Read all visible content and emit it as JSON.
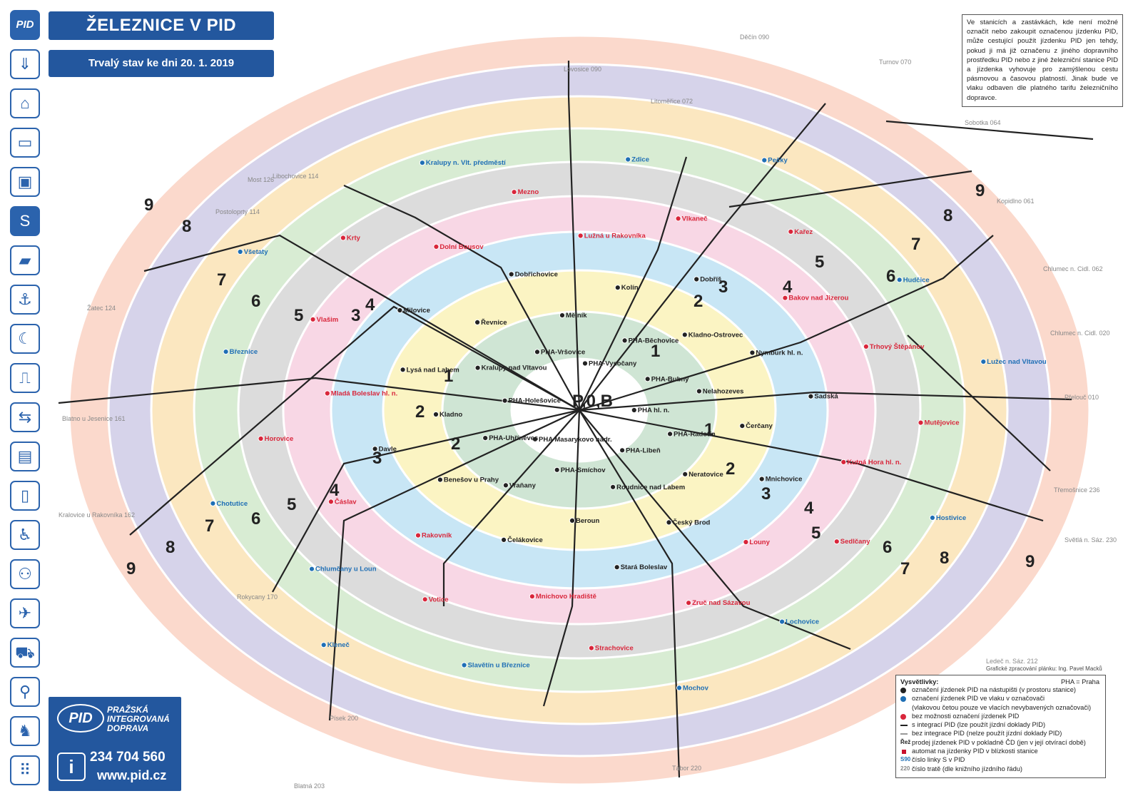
{
  "title": "ŽELEZNICE V PID",
  "date": "Trvalý stav ke dni 20. 1. 2019",
  "side_icons": [
    {
      "name": "pid-logo-icon",
      "glyph": "PID"
    },
    {
      "name": "metro-icon",
      "glyph": "⇓"
    },
    {
      "name": "tram-icon",
      "glyph": "⌂"
    },
    {
      "name": "bus-icon",
      "glyph": "▭"
    },
    {
      "name": "trolleybus-icon",
      "glyph": "▣"
    },
    {
      "name": "train-s-icon",
      "glyph": "S"
    },
    {
      "name": "cable-car-icon",
      "glyph": "▰"
    },
    {
      "name": "ferry-icon",
      "glyph": "⚓"
    },
    {
      "name": "night-icon",
      "glyph": "☾"
    },
    {
      "name": "regional-icon",
      "glyph": "⎍"
    },
    {
      "name": "p-r-icon",
      "glyph": "⇆"
    },
    {
      "name": "ticket-icon",
      "glyph": "▤"
    },
    {
      "name": "mobile-ticket-icon",
      "glyph": "▯"
    },
    {
      "name": "wheelchair-icon",
      "glyph": "♿"
    },
    {
      "name": "family-icon",
      "glyph": "⚇"
    },
    {
      "name": "airport-icon",
      "glyph": "✈"
    },
    {
      "name": "stroller-icon",
      "glyph": "⛟"
    },
    {
      "name": "bicycle-icon",
      "glyph": "⚲"
    },
    {
      "name": "dog-icon",
      "glyph": "♞"
    },
    {
      "name": "footprints-icon",
      "glyph": "⠿"
    }
  ],
  "note": "Ve stanicích a zastávkách, kde není možné označit nebo zakoupit označenou jízdenku PID, může cestující použít jízdenku PID jen tehdy, pokud ji má již označenu z jiného dopravního prostředku PID nebo z jiné železniční stanice PID a jízdenka vyhovuje pro zamýšlenou cestu pásmovou a časovou platností. Jinak bude ve vlaku odbaven dle platného tarifu železničního dopravce.",
  "credit": "Grafické zpracování plánku: Ing. Pavel Macků",
  "legend": {
    "title": "Vysvětlivky:",
    "pha": "PHA = Praha",
    "items": [
      {
        "sym": "dot",
        "color": "#222222",
        "text": "označení jízdenek PID na nástupišti (v prostoru stanice)"
      },
      {
        "sym": "dot",
        "color": "#1f6fb5",
        "text": "označení jízdenek PID ve vlaku v označovači"
      },
      {
        "sym": "none",
        "color": "#ffffff",
        "text": "(vlakovou četou pouze ve vlacích nevybavených označovači)"
      },
      {
        "sym": "dot",
        "color": "#d9263b",
        "text": "bez možnosti označení jízdenek PID"
      },
      {
        "sym": "line",
        "color": "#222222",
        "text": "s integrací PID (lze použít jízdní doklady PID)"
      },
      {
        "sym": "line",
        "color": "#999999",
        "text": "bez integrace PID (nelze použít jízdní doklady PID)"
      },
      {
        "sym": "txt",
        "color": "#222222",
        "glyph": "Řež",
        "text": "prodej jízdenek PID v pokladně ČD (jen v její otvírací době)"
      },
      {
        "sym": "sq",
        "color": "#c8102e",
        "text": "automat na jízdenky PID v blízkosti stanice"
      },
      {
        "sym": "txt",
        "color": "#1f6fb5",
        "glyph": "S90",
        "text": "číslo linky S v PID"
      },
      {
        "sym": "txt",
        "color": "#888888",
        "glyph": "220",
        "text": "číslo tratě (dle knižního jízdního řádu)"
      }
    ]
  },
  "pid_box": {
    "logo": "PID",
    "name_lines": [
      "PRAŽSKÁ",
      "INTEGROVANÁ",
      "DOPRAVA"
    ],
    "info_glyph": "i",
    "phone": "234 704 560",
    "web": "www.pid.cz"
  },
  "colors": {
    "brand_blue": "#23579e",
    "zone_P0B": "#ffffff",
    "zone1": "#cfe5d4",
    "zone2": "#fbf4c3",
    "zone3": "#c8e6f5",
    "zone4": "#f8d7e5",
    "zone5": "#dcdcdc",
    "zone6": "#d8ecd3",
    "zone7": "#fbe7c0",
    "zone8": "#d6d3ea",
    "zone9": "#fbd9cc",
    "st_black": "#222222",
    "st_blue": "#1f6fb5",
    "st_red": "#d9263b"
  },
  "zone_labels": [
    {
      "text": "P,0,B"
    },
    {
      "text": "1"
    },
    {
      "text": "1"
    },
    {
      "text": "1"
    },
    {
      "text": "2"
    },
    {
      "text": "2"
    },
    {
      "text": "2"
    },
    {
      "text": "2"
    },
    {
      "text": "3"
    },
    {
      "text": "3"
    },
    {
      "text": "3"
    },
    {
      "text": "3"
    },
    {
      "text": "4"
    },
    {
      "text": "4"
    },
    {
      "text": "4"
    },
    {
      "text": "4"
    },
    {
      "text": "5"
    },
    {
      "text": "5"
    },
    {
      "text": "5"
    },
    {
      "text": "5"
    },
    {
      "text": "6"
    },
    {
      "text": "6"
    },
    {
      "text": "6"
    },
    {
      "text": "6"
    },
    {
      "text": "7"
    },
    {
      "text": "7"
    },
    {
      "text": "7"
    },
    {
      "text": "7"
    },
    {
      "text": "8"
    },
    {
      "text": "8"
    },
    {
      "text": "8"
    },
    {
      "text": "8"
    },
    {
      "text": "9"
    },
    {
      "text": "9"
    },
    {
      "text": "9"
    },
    {
      "text": "9"
    }
  ],
  "directions": [
    {
      "text": "Děčín 090"
    },
    {
      "text": "Lovosice 090"
    },
    {
      "text": "Litoměřice 072"
    },
    {
      "text": "Most 126"
    },
    {
      "text": "Libochovice 114"
    },
    {
      "text": "Postoloprty 114"
    },
    {
      "text": "Turnov 070"
    },
    {
      "text": "Sobotka 064"
    },
    {
      "text": "Kopidlno 061"
    },
    {
      "text": "Chlumec n. Cidl. 062"
    },
    {
      "text": "Chlumec n. Cidl. 020"
    },
    {
      "text": "Přelouč 010"
    },
    {
      "text": "Třemošnice 236"
    },
    {
      "text": "Světlá n. Sáz. 230"
    },
    {
      "text": "Ledeč n. Sáz. 212"
    },
    {
      "text": "Tábor 220"
    },
    {
      "text": "Blatná 203"
    },
    {
      "text": "Písek 200"
    },
    {
      "text": "Rokycany 170"
    },
    {
      "text": "Kralovice u Rakovníka 162"
    },
    {
      "text": "Blatno u Jesenice 161"
    },
    {
      "text": "Žatec 124"
    }
  ],
  "stations": [
    {
      "name": "PHA hl. n.",
      "color": "#222222"
    },
    {
      "name": "PHA Masarykovo nádr.",
      "color": "#222222"
    },
    {
      "name": "PHA-Vysočany",
      "color": "#222222"
    },
    {
      "name": "PHA-Libeň",
      "color": "#222222"
    },
    {
      "name": "PHA-Holešovice",
      "color": "#222222"
    },
    {
      "name": "PHA-Bubny",
      "color": "#222222"
    },
    {
      "name": "PHA-Smíchov",
      "color": "#222222"
    },
    {
      "name": "PHA-Vršovice",
      "color": "#222222"
    },
    {
      "name": "PHA-Radotín",
      "color": "#222222"
    },
    {
      "name": "PHA-Uhříněves",
      "color": "#222222"
    },
    {
      "name": "PHA-Běchovice",
      "color": "#222222"
    },
    {
      "name": "Roudnice nad Labem",
      "color": "#222222"
    },
    {
      "name": "Kralupy nad Vltavou",
      "color": "#222222"
    },
    {
      "name": "Nelahozeves",
      "color": "#222222"
    },
    {
      "name": "Vraňany",
      "color": "#222222"
    },
    {
      "name": "Mělník",
      "color": "#222222"
    },
    {
      "name": "Neratovice",
      "color": "#222222"
    },
    {
      "name": "Kladno",
      "color": "#222222"
    },
    {
      "name": "Kladno-Ostrovec",
      "color": "#222222"
    },
    {
      "name": "Beroun",
      "color": "#222222"
    },
    {
      "name": "Řevnice",
      "color": "#222222"
    },
    {
      "name": "Čerčany",
      "color": "#222222"
    },
    {
      "name": "Benešov u Prahy",
      "color": "#222222"
    },
    {
      "name": "Kolín",
      "color": "#222222"
    },
    {
      "name": "Český Brod",
      "color": "#222222"
    },
    {
      "name": "Lysá nad Labem",
      "color": "#222222"
    },
    {
      "name": "Nymburk hl. n.",
      "color": "#222222"
    },
    {
      "name": "Čelákovice",
      "color": "#222222"
    },
    {
      "name": "Dobřichovice",
      "color": "#222222"
    },
    {
      "name": "Mnichovice",
      "color": "#222222"
    },
    {
      "name": "Davle",
      "color": "#222222"
    },
    {
      "name": "Dobříš",
      "color": "#222222"
    },
    {
      "name": "Stará Boleslav",
      "color": "#222222"
    },
    {
      "name": "Milovice",
      "color": "#222222"
    },
    {
      "name": "Sadská",
      "color": "#222222"
    },
    {
      "name": "Rakovník",
      "color": "#d9263b"
    },
    {
      "name": "Lužná u Rakovníka",
      "color": "#d9263b"
    },
    {
      "name": "Louny",
      "color": "#d9263b"
    },
    {
      "name": "Mladá Boleslav hl. n.",
      "color": "#d9263b"
    },
    {
      "name": "Bakov nad Jizerou",
      "color": "#d9263b"
    },
    {
      "name": "Mnichovo Hradiště",
      "color": "#d9263b"
    },
    {
      "name": "Dolní Bousov",
      "color": "#d9263b"
    },
    {
      "name": "Kutná Hora hl. n.",
      "color": "#d9263b"
    },
    {
      "name": "Čáslav",
      "color": "#d9263b"
    },
    {
      "name": "Vlkaneč",
      "color": "#d9263b"
    },
    {
      "name": "Zruč nad Sázavou",
      "color": "#d9263b"
    },
    {
      "name": "Vlašim",
      "color": "#d9263b"
    },
    {
      "name": "Trhový Štěpánov",
      "color": "#d9263b"
    },
    {
      "name": "Votice",
      "color": "#d9263b"
    },
    {
      "name": "Mezno",
      "color": "#d9263b"
    },
    {
      "name": "Sedlčany",
      "color": "#d9263b"
    },
    {
      "name": "Horovice",
      "color": "#d9263b"
    },
    {
      "name": "Kařez",
      "color": "#d9263b"
    },
    {
      "name": "Strachovice",
      "color": "#d9263b"
    },
    {
      "name": "Krty",
      "color": "#d9263b"
    },
    {
      "name": "Mutějovice",
      "color": "#d9263b"
    },
    {
      "name": "Chlumčany u Loun",
      "color": "#1f6fb5"
    },
    {
      "name": "Zdice",
      "color": "#1f6fb5"
    },
    {
      "name": "Lochovice",
      "color": "#1f6fb5"
    },
    {
      "name": "Březnice",
      "color": "#1f6fb5"
    },
    {
      "name": "Hudčice",
      "color": "#1f6fb5"
    },
    {
      "name": "Slavětín u Březnice",
      "color": "#1f6fb5"
    },
    {
      "name": "Kralupy n. Vlt. předměstí",
      "color": "#1f6fb5"
    },
    {
      "name": "Hostivice",
      "color": "#1f6fb5"
    },
    {
      "name": "Chotutice",
      "color": "#1f6fb5"
    },
    {
      "name": "Pečky",
      "color": "#1f6fb5"
    },
    {
      "name": "Mochov",
      "color": "#1f6fb5"
    },
    {
      "name": "Všetaty",
      "color": "#1f6fb5"
    },
    {
      "name": "Lužec nad Vltavou",
      "color": "#1f6fb5"
    },
    {
      "name": "Kleneč",
      "color": "#1f6fb5"
    }
  ]
}
